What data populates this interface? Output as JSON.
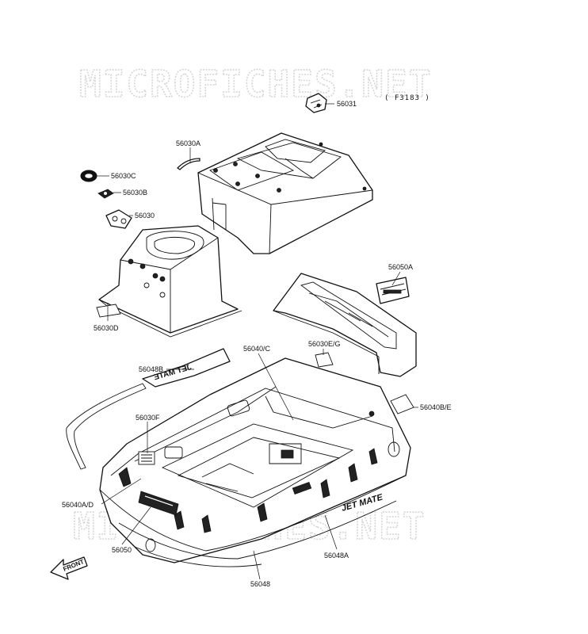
{
  "watermark": "MICROFICHES.NET",
  "figure_ref": "( F3183 )",
  "decal_texts": {
    "jet_mate_side": "JET MATE",
    "jet_mate_reversed": "JET MATE",
    "front_arrow": "FRONT"
  },
  "callouts": [
    {
      "id": "56031",
      "label": "56031"
    },
    {
      "id": "56030A",
      "label": "56030A"
    },
    {
      "id": "56030C",
      "label": "56030C"
    },
    {
      "id": "56030B",
      "label": "56030B"
    },
    {
      "id": "56030",
      "label": "56030"
    },
    {
      "id": "56030D",
      "label": "56030D"
    },
    {
      "id": "56050A",
      "label": "56050A"
    },
    {
      "id": "56040C",
      "label": "56040/C"
    },
    {
      "id": "56030EG",
      "label": "56030E/G"
    },
    {
      "id": "56048B",
      "label": "56048B"
    },
    {
      "id": "56040BE",
      "label": "56040B/E"
    },
    {
      "id": "56030F",
      "label": "56030F"
    },
    {
      "id": "56040AD",
      "label": "56040A/D"
    },
    {
      "id": "56050",
      "label": "56050"
    },
    {
      "id": "56048A",
      "label": "56048A"
    },
    {
      "id": "56048",
      "label": "56048"
    }
  ]
}
